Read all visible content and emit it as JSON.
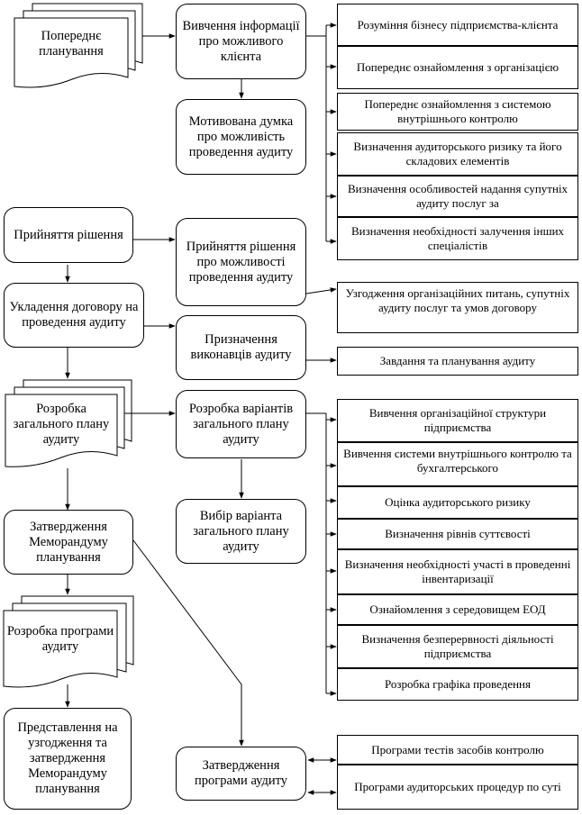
{
  "left": {
    "pre_planning": "Попереднє планування",
    "decision": "Прийняття рішення",
    "contract": "Укладення договору на проведення аудиту",
    "general_plan": "Розробка загального плану аудиту",
    "memo_approval": "Затвердження Меморандуму планування",
    "program_dev": "Розробка програми аудиту",
    "presentation": "Представлення на узгодження та затвердження Меморандуму планування"
  },
  "middle": {
    "client_study": "Вивчення інформації про можливого клієнта",
    "opinion": "Мотивована думка про можливість проведення аудиту",
    "decision_possibility": "Прийняття рішення про можливості проведення аудиту",
    "assign": "Призначення виконавців аудиту",
    "variants": "Розробка варіантів загального плану аудиту",
    "choice": "Вибір варіанта загального плану аудиту",
    "program_approval": "Затвердження програми аудиту"
  },
  "right_top": [
    "Розуміння бізнесу підприємства-клієнта",
    "Попереднє ознайомлення з організацією",
    "Попереднє ознайомлення з системою внутрішнього контролю",
    "Визначення аудиторського ризику та його складових елементів",
    "Визначення особливостей надання супутніх аудиту послуг за",
    "Визначення необхідності залучення інших спеціалістів"
  ],
  "right_mid": {
    "coordination": "Узгодження організаційних питань, супутніх аудиту послуг та умов договору",
    "tasks": "Завдання та планування аудиту"
  },
  "right_plan": [
    "Вивчення організаційної структури підприємства",
    "Вивчення системи внутрішнього контролю та бухгалтерського",
    "Оцінка аудиторського ризику",
    "Визначення рівнів суттєвості",
    "Визначення необхідності участі в проведенні інвентаризації",
    "Ознайомлення з середовищем ЕОД",
    "Визначення безперервності діяльності підприємства",
    "Розробка графіка проведення"
  ],
  "right_bottom": [
    "Програми тестів засобів контролю",
    "Програми аудиторських процедур по суті"
  ]
}
